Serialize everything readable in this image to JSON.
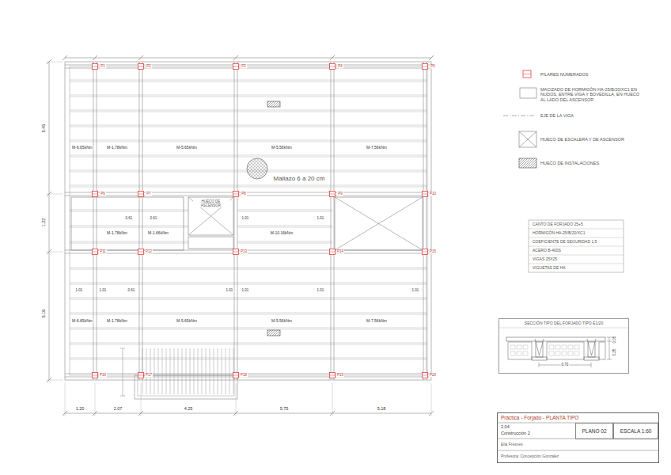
{
  "diagram": {
    "nodes": [
      {
        "text": [
          "Práctica - Forjado - PLANTA TIPO",
          "2.04",
          "Construcción 2",
          "Ella Fresnes",
          "Profesora: Concepción González"
        ]
      },
      {
        "text": [
          "PLANO 02"
        ],
        "in": 0
      },
      {
        "text": [
          "ESCALA 1:60"
        ],
        "in": 0
      },
      {
        "text": [
          "SECCIÓN TIPO DEL FORJADO TIPO E1/20"
        ]
      },
      {
        "text": [
          "HUECO DE ASCENSOR"
        ]
      }
    ],
    "labels": [
      "CANTO DE FORJADO 25+5",
      "HORMIGÓN HA-25/B/20/XC1",
      "COEFICIENTE DE SEGURIDAD 1,5",
      "ACERO B-400S",
      "VIGAS 25X25",
      "VIGUETAS DE HA",
      "Mallazo 6 a 20 cm",
      "M-6.65kNm",
      "M-1.78kNm",
      "M-5.65kNm",
      "M-5.56kNm",
      "M-7.56kNm",
      "M-1.78kNm",
      "M-1.66kNm",
      "M-10.16kNm",
      "M-6.65kNm",
      "M-1.78kNm",
      "M-5.65kNm",
      "M-5.56kNm",
      "M-7.56kNm",
      "0.61",
      "0.61",
      "1.01",
      "1.01",
      "1.01",
      "1.01",
      "0.61",
      "1.01",
      "1.01",
      "1.01",
      "1.01",
      "5.45",
      "1.22",
      "5.16",
      "1.20",
      "2.07",
      "4.25",
      "5.75",
      "5.18",
      "0.05",
      "0.25",
      "0.70",
      "P1",
      "P2",
      "P3",
      "P4",
      "P5",
      "P6",
      "P7",
      "P8",
      "P9",
      "P10",
      "P11",
      "P12",
      "P13",
      "P14",
      "P15",
      "P16",
      "P17",
      "P18",
      "P19",
      "P20"
    ],
    "legend": [
      {
        "text": "PILARES NUMERADOS"
      },
      {
        "text": "MACIZADO DE HORMIGÓN HA-25/B/20/XC1 EN NUDOS, ENTRE VIGA Y BOVEDILLA, EN HUECO AL LADO DEL ASCENSOR"
      },
      {
        "text": "EJE DE LA VIGA"
      },
      {
        "text": "HUECO DE ESCALERA Y DE ASCENSOR"
      },
      {
        "text": "HUECO DE INSTALACIONES"
      }
    ]
  }
}
